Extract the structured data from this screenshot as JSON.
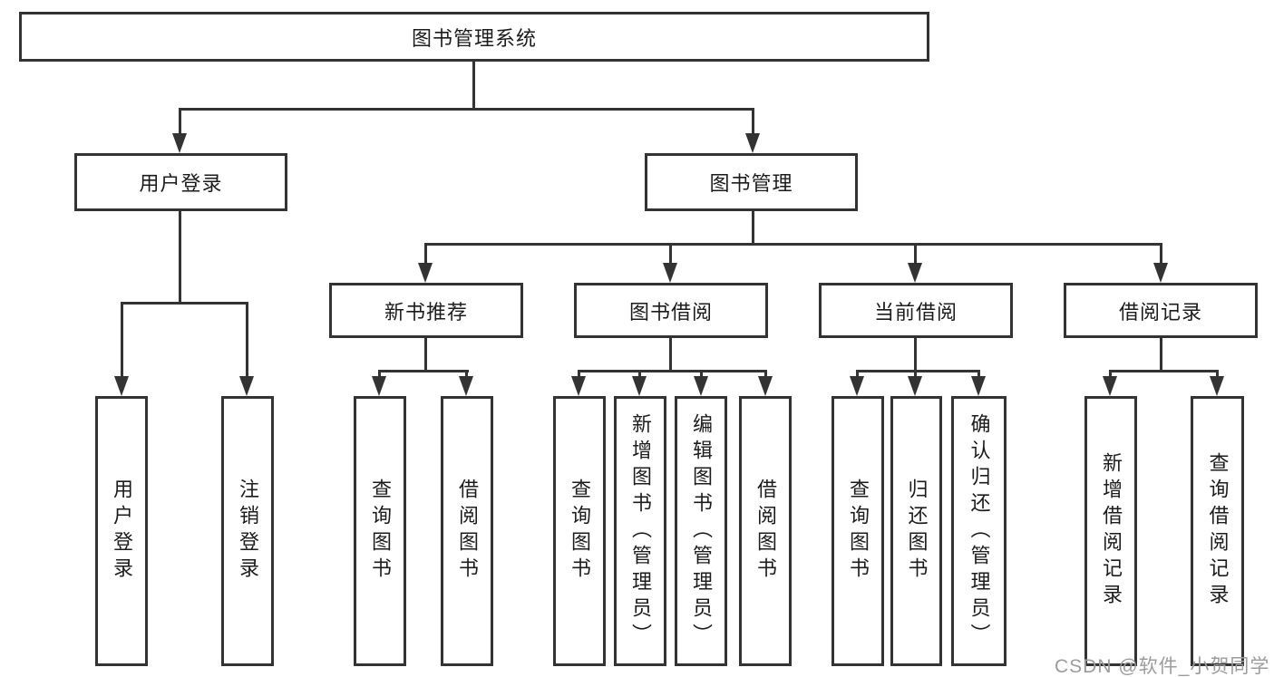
{
  "colors": {
    "line": "#333333",
    "text": "#1c1c1c",
    "background": "#ffffff",
    "watermark": "#9c9c9c"
  },
  "watermark": {
    "text": "CSDN @软件_小贺同学"
  },
  "tree": {
    "label": "图书管理系统",
    "children": [
      {
        "label": "用户登录",
        "children": [
          {
            "label": "用户登录"
          },
          {
            "label": "注销登录"
          }
        ]
      },
      {
        "label": "图书管理",
        "children": [
          {
            "label": "新书推荐",
            "children": [
              {
                "label": "查询图书"
              },
              {
                "label": "借阅图书"
              }
            ]
          },
          {
            "label": "图书借阅",
            "children": [
              {
                "label": "查询图书"
              },
              {
                "label": "新增图书（管理员）"
              },
              {
                "label": "编辑图书（管理员）"
              },
              {
                "label": "借阅图书"
              }
            ]
          },
          {
            "label": "当前借阅",
            "children": [
              {
                "label": "查询图书"
              },
              {
                "label": "归还图书"
              },
              {
                "label": "确认归还（管理员）"
              }
            ]
          },
          {
            "label": "借阅记录",
            "children": [
              {
                "label": "新增借阅记录"
              },
              {
                "label": "查询借阅记录"
              }
            ]
          }
        ]
      }
    ]
  }
}
